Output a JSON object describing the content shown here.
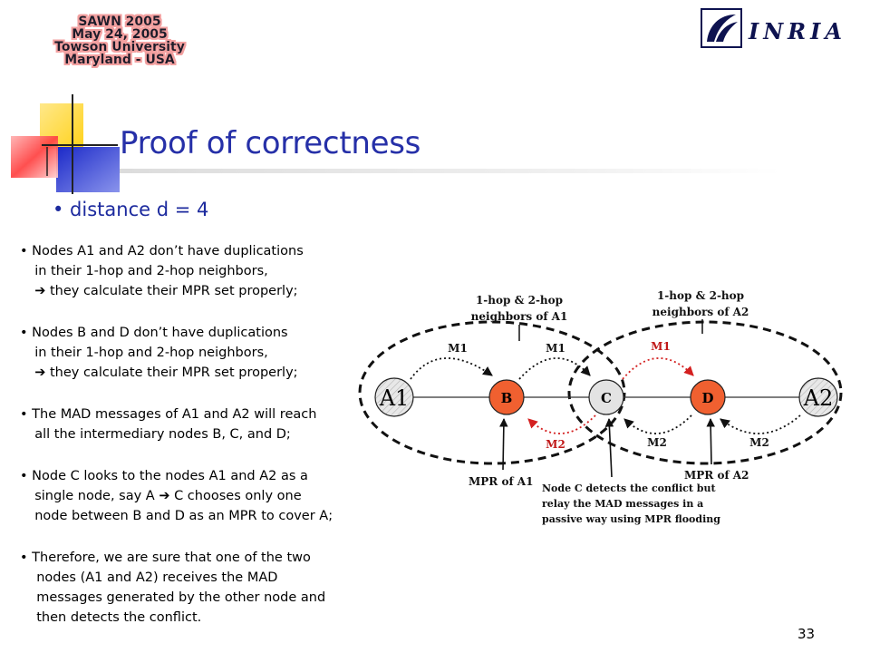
{
  "stamp": {
    "lines": [
      "SAWN 2005",
      "May 24, 2005",
      "Towson University",
      "Maryland - USA"
    ]
  },
  "logo": {
    "text": "INRIA"
  },
  "title": "Proof of correctness",
  "subpoint": "• distance d = 4",
  "body": {
    "lines": [
      "• Nodes A1 and A2 don’t have duplications",
      "  in their 1-hop and 2-hop neighbors,",
      "  ➔ they calculate their MPR set properly;",
      "• Nodes B and D don’t have duplications",
      "  in their 1-hop and 2-hop neighbors,",
      "  ➔ they calculate their MPR set properly;",
      "• The MAD messages of A1 and A2 will reach",
      "  all the intermediary nodes B, C, and D;",
      "• Node C looks to the nodes A1 and A2 as a",
      "  single node, say A ➔ C chooses only one",
      "  node between B and D as an MPR to cover A;",
      "• Therefore, we are sure that one of the two",
      "  nodes (A1 and A2) receives the MAD",
      "  messages generated by the other node and",
      "  then detects the conflict."
    ]
  },
  "diagram": {
    "nodes": {
      "a1": "A1",
      "b": "B",
      "c": "C",
      "d": "D",
      "a2": "A2"
    },
    "colors": {
      "mpr_node": "#f06030",
      "c_node": "#e3e3e3",
      "end_node": "#d9d9d9",
      "m2_arrow": "#d42020",
      "m1_label_right": "#c01818"
    },
    "labels": {
      "neighbors_a1_line1": "1-hop & 2-hop",
      "neighbors_a1_line2": "neighbors of A1",
      "neighbors_a2_line1": "1-hop & 2-hop",
      "neighbors_a2_line2": "neighbors of A2",
      "m1_left": "M1",
      "m1_mid": "M1",
      "m1_right": "M1",
      "m2_left": "M2",
      "m2_mid": "M2",
      "m2_right": "M2",
      "mpr_a1": "MPR of A1",
      "mpr_a2": "MPR of A2",
      "note_line1": "Node C detects the conflict but",
      "note_line2": "relay the MAD messages in a",
      "note_line3": "passive way using MPR flooding"
    }
  },
  "page_number": "33"
}
